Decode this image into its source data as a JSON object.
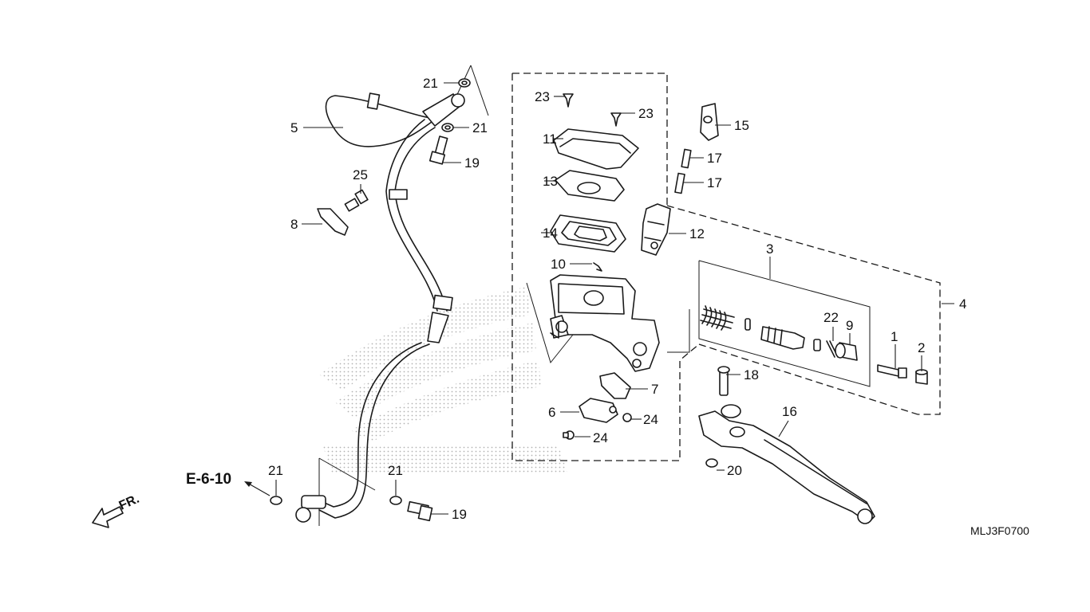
{
  "diagram_code": "MLJ3F0700",
  "reference": "E-6-10",
  "front_label": "FR.",
  "callouts": {
    "c1": "1",
    "c2": "2",
    "c3": "3",
    "c4": "4",
    "c5": "5",
    "c6": "6",
    "c7": "7",
    "c8": "8",
    "c9": "9",
    "c10": "10",
    "c11": "11",
    "c12": "12",
    "c13": "13",
    "c14": "14",
    "c15": "15",
    "c16": "16",
    "c17a": "17",
    "c17b": "17",
    "c18": "18",
    "c19a": "19",
    "c19b": "19",
    "c20": "20",
    "c21a": "21",
    "c21b": "21",
    "c21c": "21",
    "c21d": "21",
    "c22": "22",
    "c23a": "23",
    "c23b": "23",
    "c24a": "24",
    "c24b": "24",
    "c25": "25"
  },
  "colors": {
    "line": "#1a1a1a",
    "watermark": "#b0b0b0",
    "background": "#ffffff"
  }
}
